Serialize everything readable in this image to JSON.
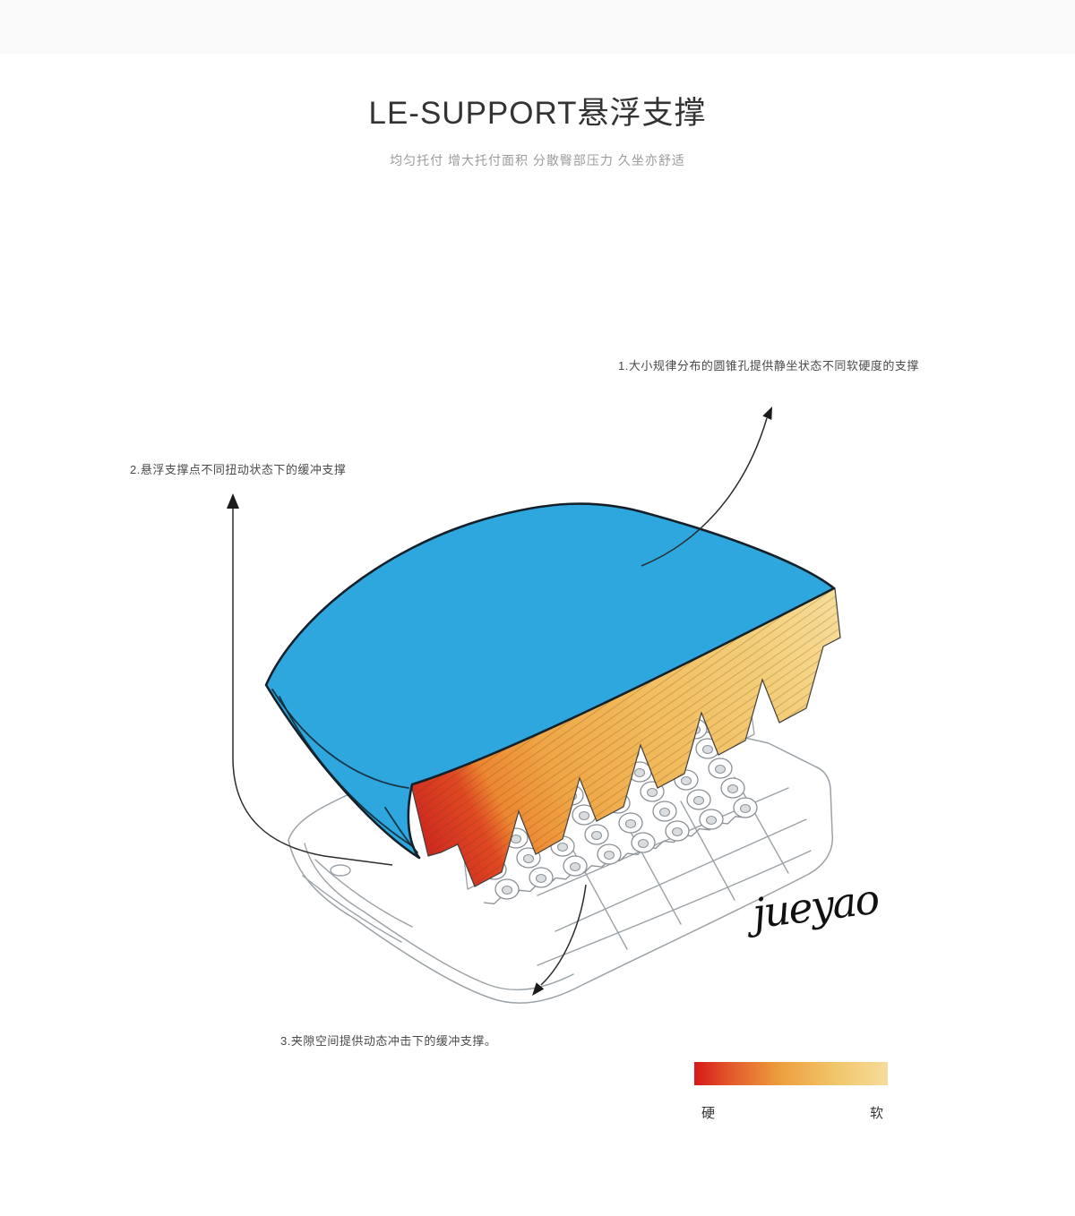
{
  "header": {
    "title": "LE-SUPPORT悬浮支撑",
    "subtitle": "均匀托付 增大托付面积 分散臀部压力 久坐亦舒适"
  },
  "annotations": {
    "note1": "1.大小规律分布的圆锥孔提供静坐状态不同软硬度的支撑",
    "note2": "2.悬浮支撑点不同扭动状态下的缓冲支撑",
    "note3": "3.夹隙空间提供动态冲击下的缓冲支撑。"
  },
  "legend": {
    "hard": "硬",
    "soft": "软",
    "gradient_start": "#d7191c",
    "gradient_end": "#f6dc9a"
  },
  "signature": {
    "text": "jueyao"
  },
  "illustration": {
    "cushion_color": "#2ea7de",
    "section_hard_color": "#d7191c",
    "section_soft_color": "#f2c368",
    "line_color": "#8a9096"
  }
}
